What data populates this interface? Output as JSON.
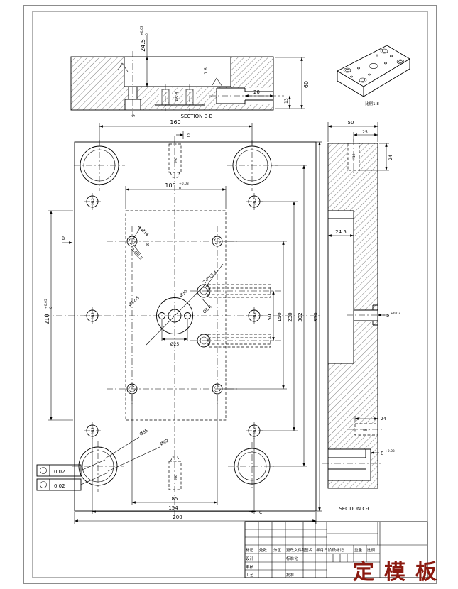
{
  "colors": {
    "red": "#8b1a10",
    "line": "#000000"
  },
  "iso": {
    "caption": "比例1:8"
  },
  "section_bb": {
    "caption": "SECTION B-B",
    "depth": "24.5",
    "depth_sup": "+0.03",
    "depth_sub": "0",
    "finish": "1.6",
    "hole": "Ø5.8",
    "slot": "9",
    "pin": "20",
    "height": "60",
    "step": "13"
  },
  "plan": {
    "dim_160": "160",
    "dim_105": "105",
    "dim_105_sup": "+0.03",
    "dim_105_sub": "0",
    "dim_210": "210",
    "dim_210_sup": "+0.05",
    "dim_210_sub": "0",
    "dim_50": "50",
    "dim_150": "150",
    "dim_230": "230",
    "dim_302": "302",
    "dim_350": "350",
    "dim_85": "85",
    "dim_154": "154",
    "dim_200": "200",
    "d36": "Ø36",
    "d125": "Ø12.5",
    "d25": "Ø25",
    "h65": "4-Ø6.5",
    "h14": "4-Ø14",
    "h154": "2-Ø15.4",
    "d84": "Ø8.4",
    "m12": "M12",
    "m6": "M6",
    "bush1": "Ø35",
    "bush2": "Ø42",
    "marker_b": "B",
    "marker_c": "C"
  },
  "section_cc": {
    "caption": "SECTION C-C",
    "dim_50": "50",
    "dim_25": "25",
    "dim_24_top": "24",
    "thread_top": "M12",
    "dim_245": "24.5",
    "dim_5": "5",
    "dim_5_sup": "+0.03",
    "dim_24_side": "24",
    "thread_side": "M12",
    "dim_8": "8",
    "dim_8_sup": "+0.03"
  },
  "gdt": {
    "sym": "○",
    "v1": "0.02",
    "v2": "0.02"
  },
  "titleblock": {
    "title": "定模板",
    "col_mark": "标记",
    "col_count": "处数",
    "col_zone": "分区",
    "col_doc": "更改文件号",
    "col_sign": "签名",
    "col_date": "年月日",
    "row_design": "设计",
    "row_check": "审核",
    "row_process": "工艺",
    "row_standard": "标准化",
    "row_approve": "批准",
    "stage": "阶段标记",
    "weight": "重量",
    "scale": "比例"
  }
}
